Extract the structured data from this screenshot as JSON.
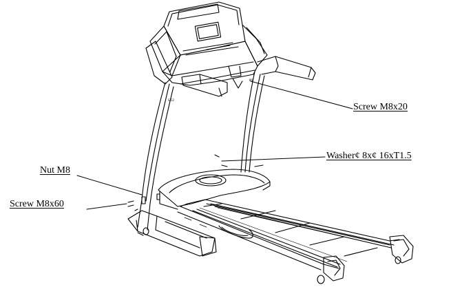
{
  "callouts": {
    "screw_m8x20": "Screw M8x20",
    "washer": "Washer¢ 8x¢ 16xT1.5",
    "nut_m8": "Nut M8",
    "screw_m8x60": "Screw M8x60"
  },
  "colors": {
    "line": "#000000",
    "background": "#ffffff"
  }
}
